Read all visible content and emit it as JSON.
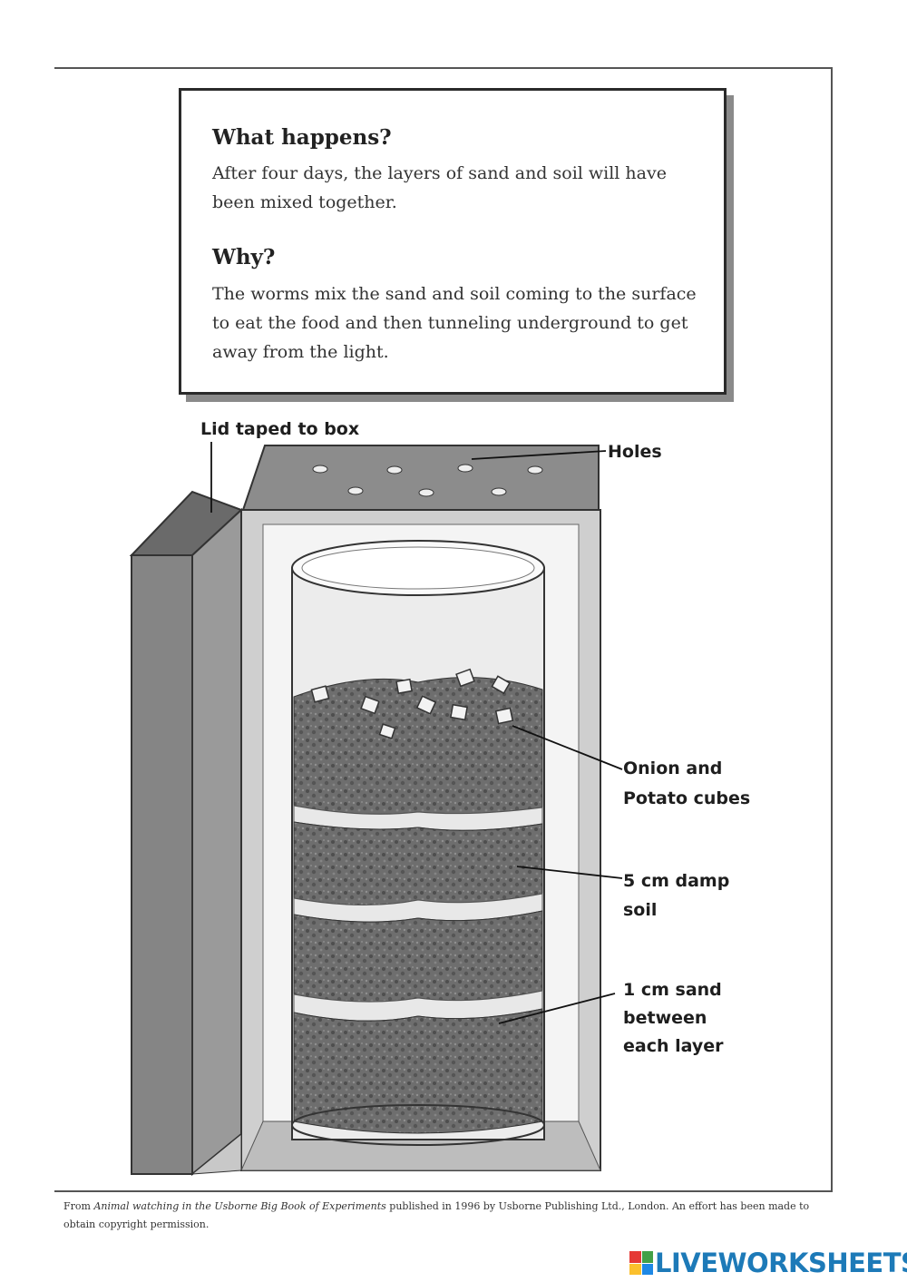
{
  "textbox": {
    "heading_1": "What happens?",
    "paragraph_1": "After four days, the layers of sand and soil will have been mixed together.",
    "heading_2": "Why?",
    "paragraph_2": "The worms mix the sand and soil coming to the surface to eat the food and then tunneling underground to get away from the light."
  },
  "diagram": {
    "label_lid": "Lid taped to box",
    "label_holes": "Holes",
    "label_onion_line1": "Onion and",
    "label_onion_line2": "Potato cubes",
    "label_soil_line1": "5 cm damp",
    "label_soil_line2": "soil",
    "label_sand_line1": "1 cm sand",
    "label_sand_line2": "between",
    "label_sand_line3": "each layer"
  },
  "credit": {
    "part1": "From ",
    "title": "Animal watching in the Usborne Big Book of Experiments",
    "part2": " published in 1996 by Usborne Publishing Ltd., London. An effort has been made to obtain copyright permission."
  },
  "brand": {
    "name": "LIVEWORKSHEETS",
    "colors": [
      "#e53935",
      "#43a047",
      "#fbc02d",
      "#1e88e5"
    ],
    "text_color": "#1d7ab8"
  }
}
